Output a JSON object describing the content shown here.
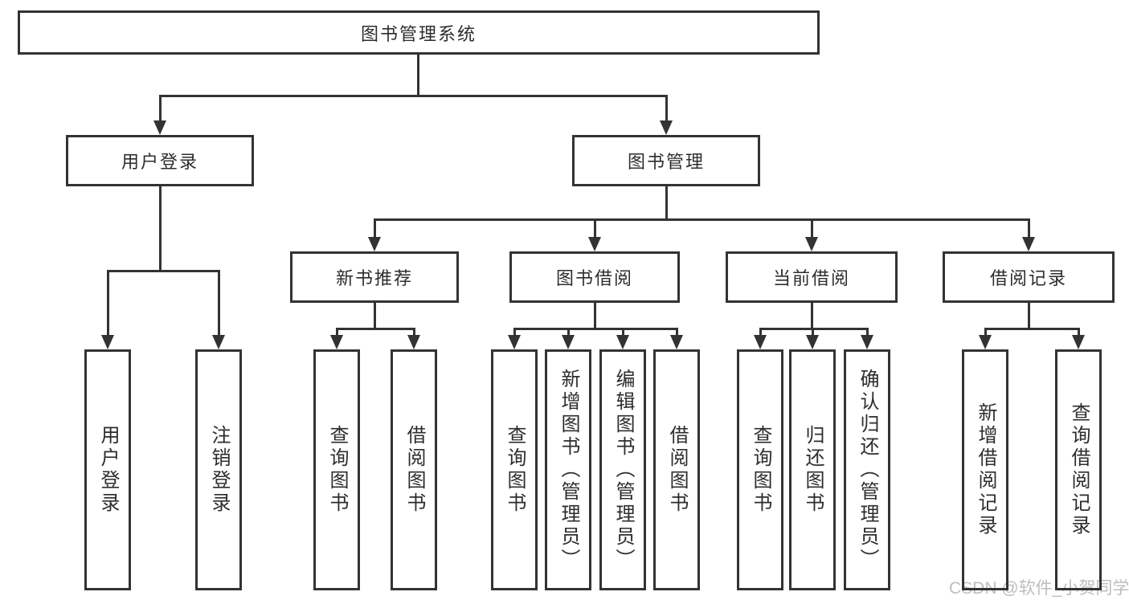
{
  "diagram": {
    "root": "图书管理系统",
    "branches": [
      {
        "label": "用户登录",
        "leaves": [
          "用户登录",
          "注销登录"
        ]
      },
      {
        "label": "图书管理",
        "children": [
          {
            "label": "新书推荐",
            "leaves": [
              "查询图书",
              "借阅图书"
            ]
          },
          {
            "label": "图书借阅",
            "leaves": [
              "查询图书",
              "新增图书（管理员）",
              "编辑图书（管理员）",
              "借阅图书"
            ]
          },
          {
            "label": "当前借阅",
            "leaves": [
              "查询图书",
              "归还图书",
              "确认归还（管理员）"
            ]
          },
          {
            "label": "借阅记录",
            "leaves": [
              "新增借阅记录",
              "查询借阅记录"
            ]
          }
        ]
      }
    ]
  },
  "watermark": {
    "text": "CSDN @软件_小贺同学"
  },
  "colors": {
    "line": "#333333",
    "text": "#2d2d2d",
    "watermark": "#bdbdbd",
    "background": "#ffffff"
  }
}
